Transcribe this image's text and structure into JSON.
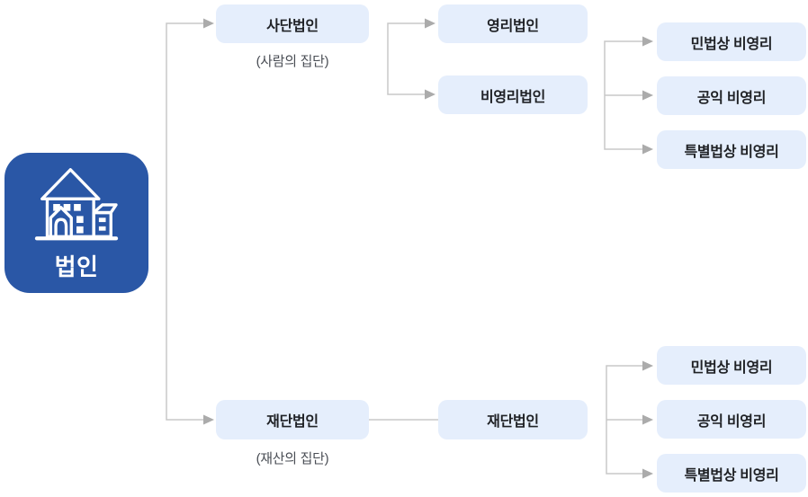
{
  "diagram": {
    "title_hint": "legal-entity-hierarchy",
    "colors": {
      "root_bg": "#2A57A6",
      "root_text": "#FFFFFF",
      "node_bg": "#E5EEFC",
      "node_text": "#1F2125",
      "subtitle_text": "#4A4E55",
      "line": "#C8C8C8",
      "arrow": "#ABABAB"
    },
    "icons": {
      "root": "building-icon"
    },
    "nodes": {
      "root": {
        "label": "법인"
      },
      "sadan": {
        "label": "사단법인",
        "subtitle": "(사람의 집단)"
      },
      "yeongni": {
        "label": "영리법인"
      },
      "biyeongni": {
        "label": "비영리법인"
      },
      "top_minbeop": {
        "label": "민법상 비영리"
      },
      "top_gongik": {
        "label": "공익 비영리"
      },
      "top_teukbyeol": {
        "label": "특별법상 비영리"
      },
      "jaedan": {
        "label": "재단법인",
        "subtitle": "(재산의 집단)"
      },
      "jaedan2": {
        "label": "재단법인"
      },
      "bottom_minbeop": {
        "label": "민법상 비영리"
      },
      "bottom_gongik": {
        "label": "공익 비영리"
      },
      "bottom_teukbyeol": {
        "label": "특별법상 비영리"
      }
    },
    "edges": [
      "법인→사단법인",
      "법인→재단법인",
      "사단법인→영리법인",
      "사단법인→비영리법인",
      "비영리법인→민법상 비영리",
      "비영리법인→공익 비영리",
      "비영리법인→특별법상 비영리",
      "재단법인→재단법인",
      "재단법인→민법상 비영리",
      "재단법인→공익 비영리",
      "재단법인→특별법상 비영리"
    ]
  }
}
